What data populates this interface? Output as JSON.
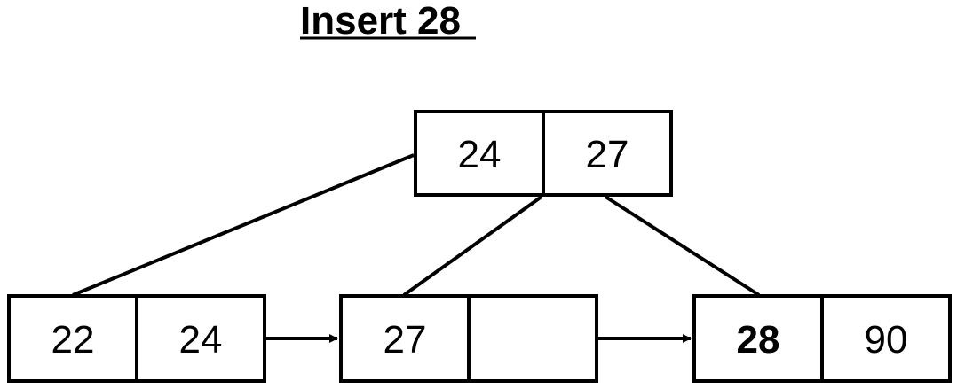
{
  "title": "Insert 28",
  "root": {
    "keys": [
      "24",
      "27"
    ]
  },
  "leaves": [
    {
      "keys": [
        "22",
        "24"
      ],
      "bold": [
        false,
        false
      ]
    },
    {
      "keys": [
        "27",
        ""
      ],
      "bold": [
        false,
        false
      ]
    },
    {
      "keys": [
        "28",
        "90"
      ],
      "bold": [
        true,
        false
      ]
    }
  ]
}
